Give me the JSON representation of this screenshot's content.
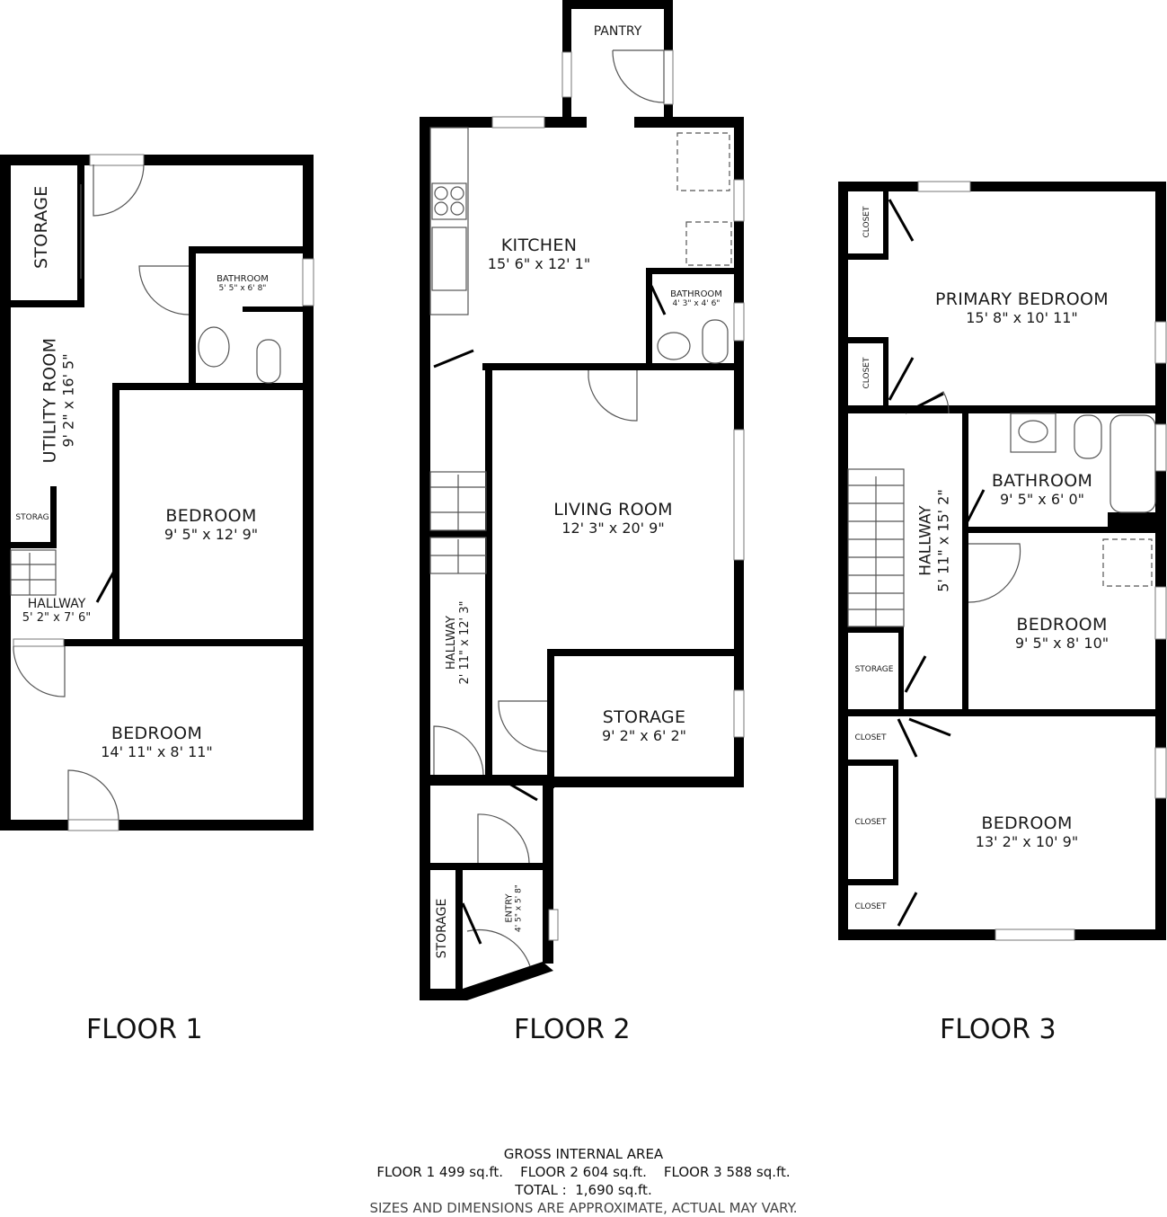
{
  "floors": [
    {
      "title": "FLOOR 1",
      "rooms": [
        {
          "name": "STORAGE",
          "dims": ""
        },
        {
          "name": "UTILITY ROOM",
          "dims": "9' 2\" x 16' 5\""
        },
        {
          "name": "BATHROOM",
          "dims": "5' 5\" x 6' 8\""
        },
        {
          "name": "BEDROOM",
          "dims": "9' 5\" x 12' 9\""
        },
        {
          "name": "STORAG",
          "dims": ""
        },
        {
          "name": "HALLWAY",
          "dims": "5' 2\" x 7' 6\""
        },
        {
          "name": "BEDROOM",
          "dims": "14' 11\" x 8' 11\""
        }
      ]
    },
    {
      "title": "FLOOR 2",
      "rooms": [
        {
          "name": "PANTRY",
          "dims": ""
        },
        {
          "name": "KITCHEN",
          "dims": "15' 6\" x 12' 1\""
        },
        {
          "name": "BATHROOM",
          "dims": "4' 3\" x 4' 6\""
        },
        {
          "name": "LIVING ROOM",
          "dims": "12' 3\" x 20' 9\""
        },
        {
          "name": "HALLWAY",
          "dims": "2' 11\" x 12' 3\""
        },
        {
          "name": "STORAGE",
          "dims": "9' 2\" x 6' 2\""
        },
        {
          "name": "ENTRY",
          "dims": "4' 5\" x 5' 8\""
        },
        {
          "name": "STORAGE",
          "dims": ""
        }
      ]
    },
    {
      "title": "FLOOR 3",
      "rooms": [
        {
          "name": "CLOSET",
          "dims": ""
        },
        {
          "name": "PRIMARY BEDROOM",
          "dims": "15' 8\" x 10' 11\""
        },
        {
          "name": "CLOSET",
          "dims": ""
        },
        {
          "name": "HALLWAY",
          "dims": "5' 11\" x 15' 2\""
        },
        {
          "name": "BATHROOM",
          "dims": "9' 5\" x 6' 0\""
        },
        {
          "name": "BEDROOM",
          "dims": "9' 5\" x 8' 10\""
        },
        {
          "name": "STORAGE",
          "dims": ""
        },
        {
          "name": "CLOSET",
          "dims": ""
        },
        {
          "name": "BEDROOM",
          "dims": "13' 2\" x 10' 9\""
        },
        {
          "name": "CLOSET",
          "dims": ""
        },
        {
          "name": "CLOSET",
          "dims": ""
        }
      ]
    }
  ],
  "summary": {
    "heading": "GROSS INTERNAL AREA",
    "floor_areas": "FLOOR 1 499 sq.ft.    FLOOR 2 604 sq.ft.    FLOOR 3 588 sq.ft.",
    "total": "TOTAL :  1,690 sq.ft.",
    "disclaimer": "SIZES AND DIMENSIONS ARE APPROXIMATE, ACTUAL MAY VARY."
  },
  "colors": {
    "wall": "#000000",
    "background": "#ffffff",
    "fixture_line": "#555555"
  }
}
